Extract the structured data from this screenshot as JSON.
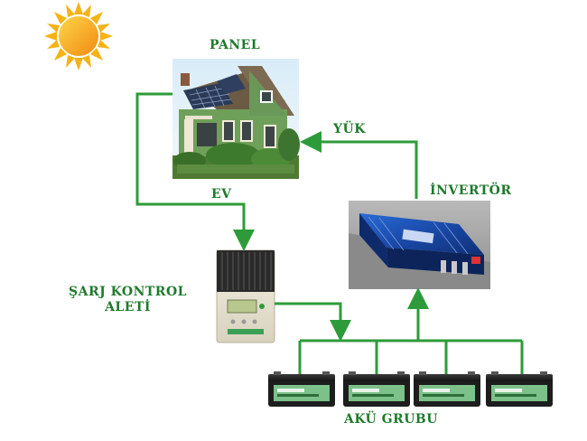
{
  "labels": {
    "panel": "PANEL",
    "load": "YÜK",
    "inverter": "İNVERTÖR",
    "house": "EV",
    "charge_controller_line1": "ŞARJ KONTROL",
    "charge_controller_line2": "ALETİ",
    "battery_bank": "AKÜ GRUBU"
  },
  "colors": {
    "connector": "#2e9b3a",
    "label": "#1f7a2c",
    "sun_core": "#f7a21a",
    "sun_rays": "#f5b316"
  },
  "icons": {
    "sun": "sun-icon",
    "house": "house-with-solar-panel-icon",
    "inverter": "inverter-icon",
    "controller": "charge-controller-icon",
    "battery": "battery-icon"
  },
  "battery_count": 4
}
